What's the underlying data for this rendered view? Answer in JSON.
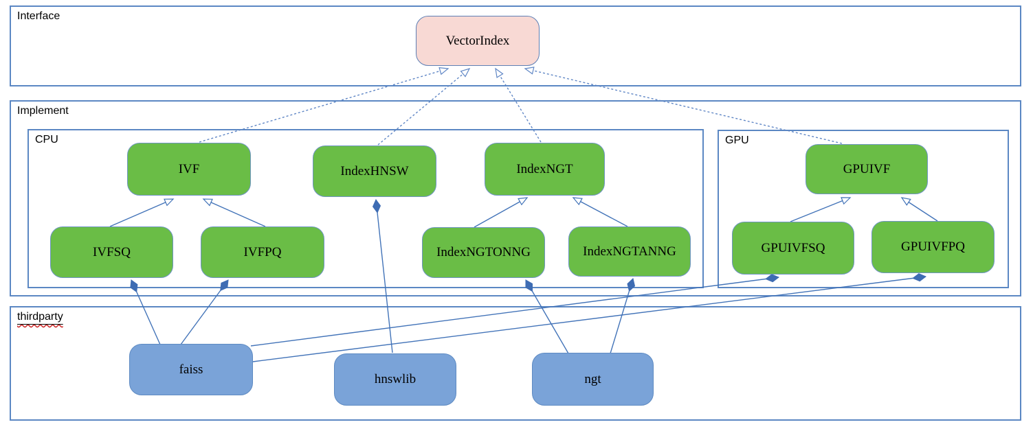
{
  "diagram": {
    "sections": {
      "interface": "Interface",
      "implement": "Implement",
      "cpu": "CPU",
      "gpu": "GPU",
      "thirdparty": "thirdparty"
    },
    "nodes": {
      "vectorindex": "VectorIndex",
      "ivf": "IVF",
      "indexhnsw": "IndexHNSW",
      "indexngt": "IndexNGT",
      "ivfsq": "IVFSQ",
      "ivfpq": "IVFPQ",
      "indexngtonng": "IndexNGTONNG",
      "indexngtanng": "IndexNGTANNG",
      "gpuivf": "GPUIVF",
      "gpuivfsq": "GPUIVFSQ",
      "gpuivfpq": "GPUIVFPQ",
      "faiss": "faiss",
      "hnswlib": "hnswlib",
      "ngt": "ngt"
    },
    "relations": [
      {
        "from": "IVF",
        "to": "VectorIndex",
        "type": "realization"
      },
      {
        "from": "IndexHNSW",
        "to": "VectorIndex",
        "type": "realization"
      },
      {
        "from": "IndexNGT",
        "to": "VectorIndex",
        "type": "realization"
      },
      {
        "from": "GPUIVF",
        "to": "VectorIndex",
        "type": "realization"
      },
      {
        "from": "IVFSQ",
        "to": "IVF",
        "type": "generalization"
      },
      {
        "from": "IVFPQ",
        "to": "IVF",
        "type": "generalization"
      },
      {
        "from": "IndexNGTONNG",
        "to": "IndexNGT",
        "type": "generalization"
      },
      {
        "from": "IndexNGTANNG",
        "to": "IndexNGT",
        "type": "generalization"
      },
      {
        "from": "GPUIVFSQ",
        "to": "GPUIVF",
        "type": "generalization"
      },
      {
        "from": "GPUIVFPQ",
        "to": "GPUIVF",
        "type": "generalization"
      },
      {
        "from": "faiss",
        "to": "IVFSQ",
        "type": "composition"
      },
      {
        "from": "faiss",
        "to": "IVFPQ",
        "type": "composition"
      },
      {
        "from": "faiss",
        "to": "GPUIVFSQ",
        "type": "composition"
      },
      {
        "from": "faiss",
        "to": "GPUIVFPQ",
        "type": "composition"
      },
      {
        "from": "hnswlib",
        "to": "IndexHNSW",
        "type": "composition"
      },
      {
        "from": "ngt",
        "to": "IndexNGTONNG",
        "type": "composition"
      },
      {
        "from": "ngt",
        "to": "IndexNGTANNG",
        "type": "composition"
      }
    ],
    "colors": {
      "section_border": "#5b87c3",
      "node_green": "#6abd46",
      "node_pink": "#f8d9d4",
      "node_blue": "#7aa3d8",
      "connector": "#4273b8",
      "connector_dashed": "#5f86c5",
      "diamond": "#3e6cb3",
      "squiggle": "#cf2e2e"
    }
  }
}
